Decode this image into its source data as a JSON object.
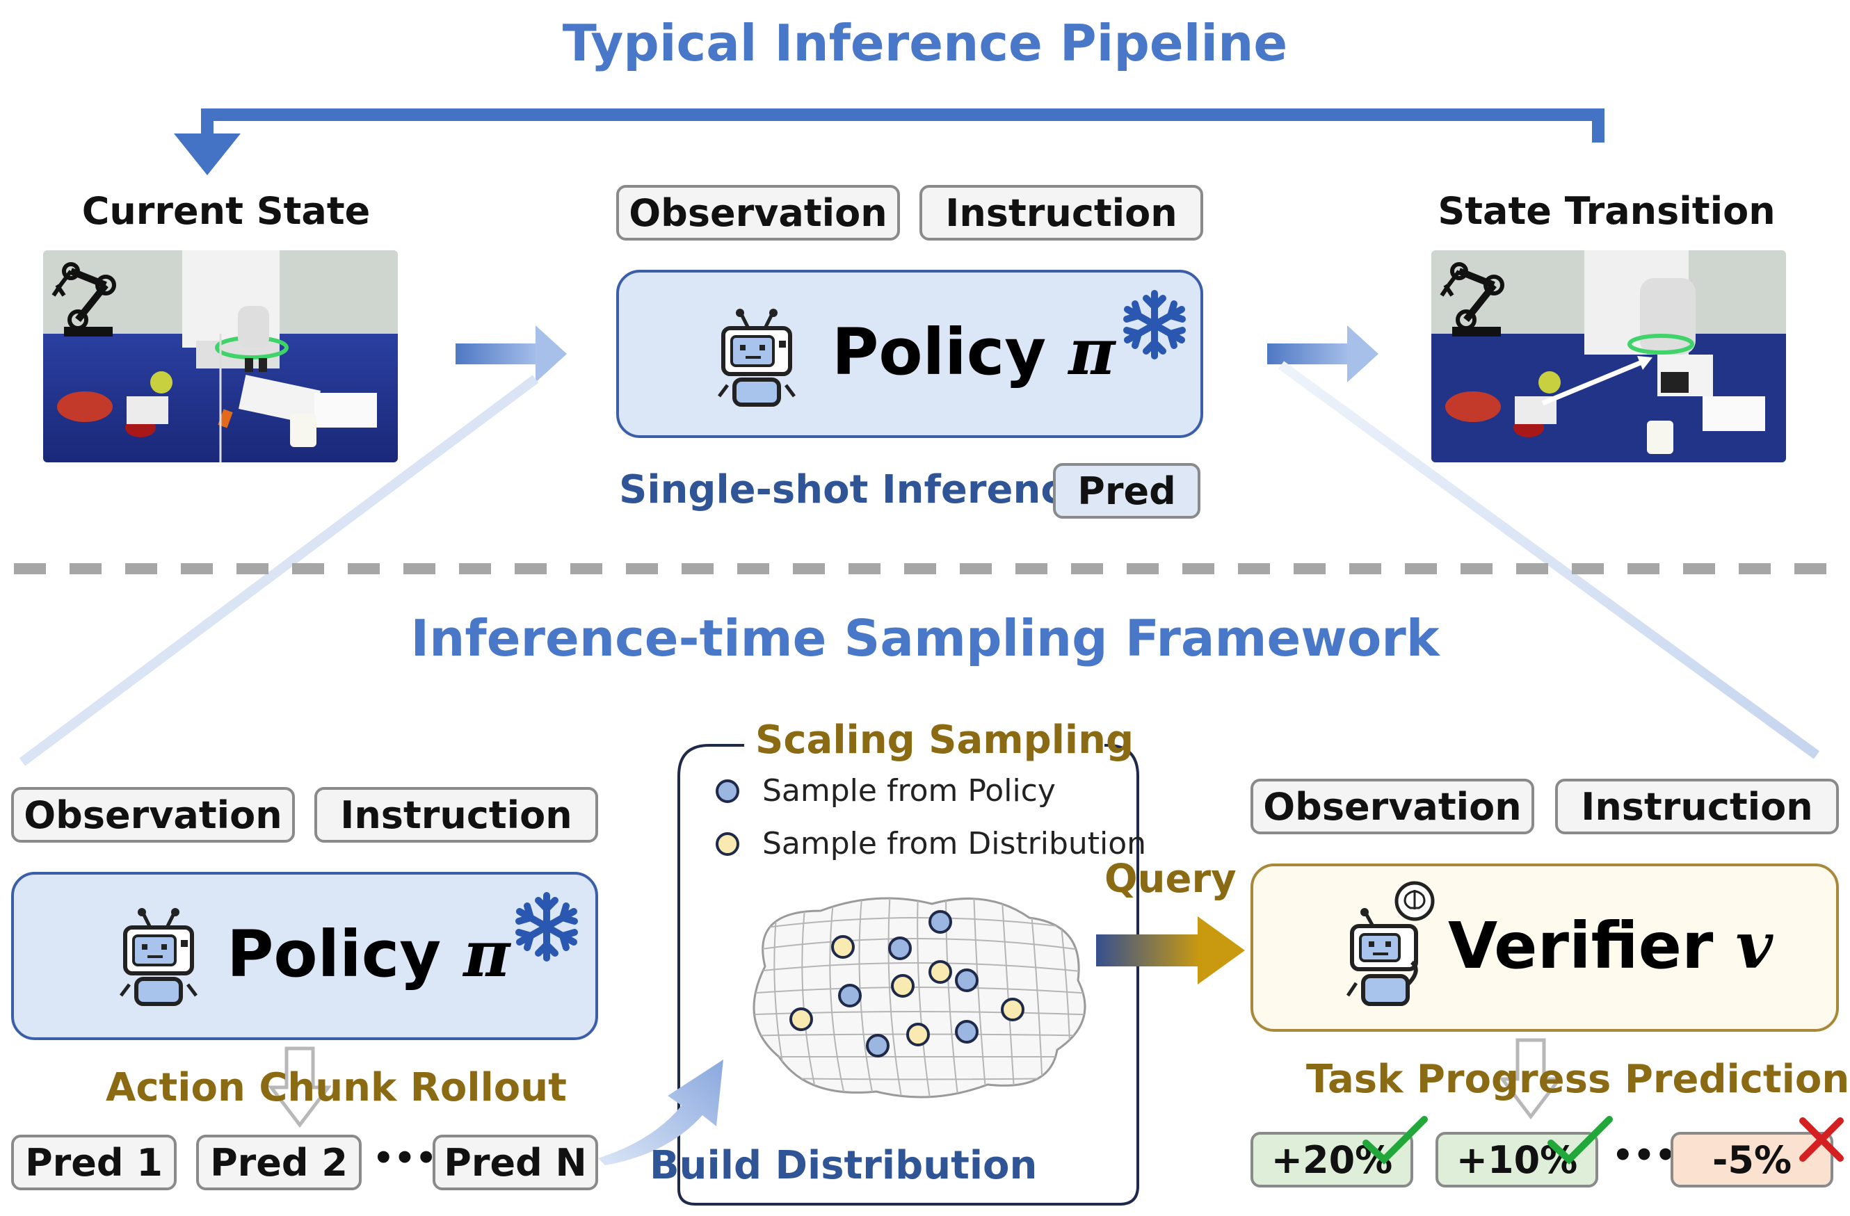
{
  "top": {
    "title": "Typical Inference Pipeline",
    "current_state": "Current State",
    "state_transition": "State Transition",
    "observation": "Observation",
    "instruction": "Instruction",
    "policy_label": "Policy",
    "policy_symbol": "π",
    "single_shot": "Single-shot Inference",
    "pred": "Pred"
  },
  "bottom": {
    "title": "Inference-time Sampling Framework",
    "observation": "Observation",
    "instruction": "Instruction",
    "policy_label": "Policy",
    "policy_symbol": "π",
    "action_chunk": "Action Chunk Rollout",
    "preds": [
      "Pred 1",
      "Pred 2",
      "Pred N"
    ],
    "ellipsis": "•••",
    "scaling_sampling": "Scaling Sampling",
    "legend_policy": "Sample from Policy",
    "legend_distribution": "Sample from Distribution",
    "build_distribution": "Build Distribution",
    "query": "Query",
    "verifier_obs": "Observation",
    "verifier_inst": "Instruction",
    "verifier_label": "Verifier",
    "verifier_symbol": "v",
    "task_progress": "Task Progress Prediction",
    "scores": [
      "+20%",
      "+10%",
      "-5%"
    ],
    "score_ellipsis": "•••"
  },
  "colors": {
    "title_blue": "#4a78c8",
    "policy_dot": "#9bb6e0",
    "distribution_dot": "#f8eab0",
    "check_green": "#22a83a",
    "cross_red": "#d42020",
    "gold": "#8a6a12"
  },
  "icons": [
    "snowflake-icon",
    "robot-icon",
    "robot-arm-icon",
    "brain-icon",
    "check-icon",
    "cross-icon"
  ]
}
